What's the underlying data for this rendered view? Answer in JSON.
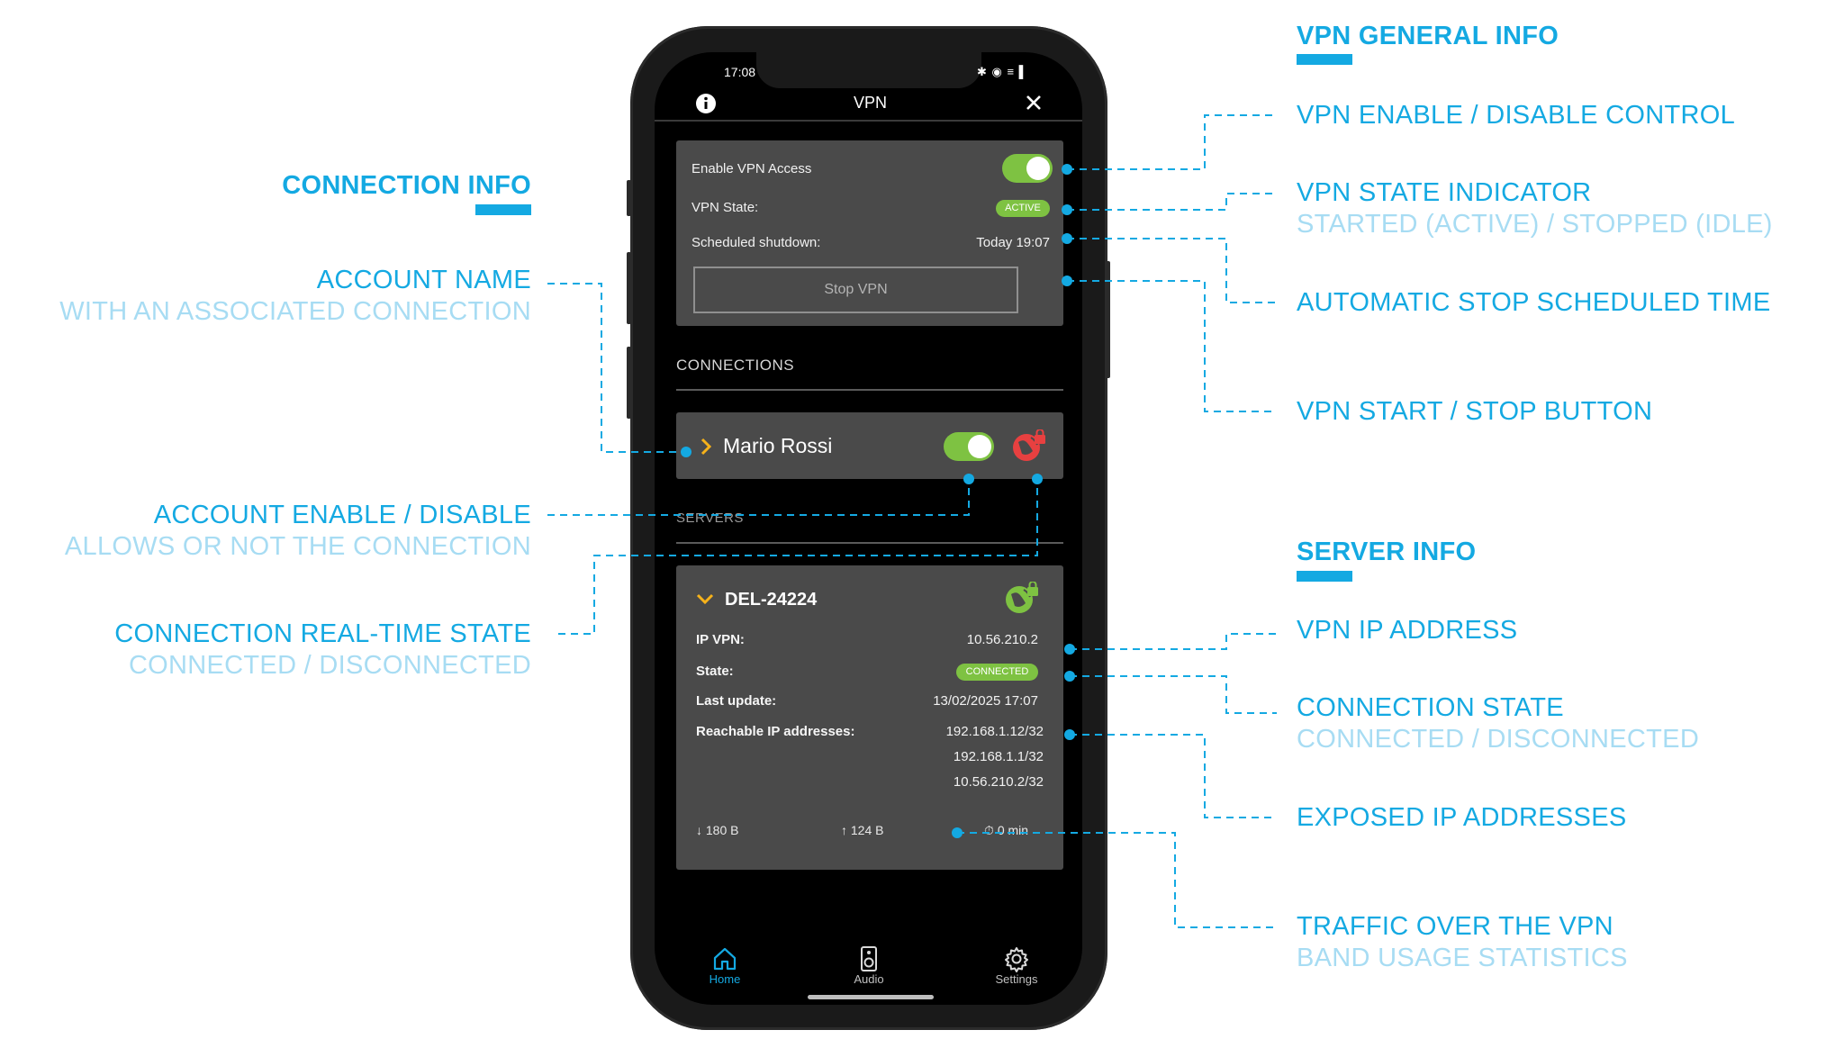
{
  "colors": {
    "accent": "#14a9e2",
    "accent_light": "#a7dcf3",
    "toggle_on": "#7ec242",
    "card_bg": "#4a4a4a",
    "globe_red": "#e84040",
    "globe_green": "#7ec242",
    "nav_active": "#14a9e2"
  },
  "annotations": {
    "left": {
      "connection_info_title": "CONNECTION INFO",
      "account_name": "ACCOUNT NAME",
      "account_name_sub": "WITH AN ASSOCIATED CONNECTION",
      "account_enable": "ACCOUNT ENABLE / DISABLE",
      "account_enable_sub": "ALLOWS OR NOT THE CONNECTION",
      "realtime_state": "CONNECTION REAL-TIME STATE",
      "realtime_state_sub": "CONNECTED / DISCONNECTED"
    },
    "right": {
      "vpn_general_title": "VPN GENERAL INFO",
      "enable_control": "VPN ENABLE / DISABLE CONTROL",
      "state_indicator": "VPN STATE INDICATOR",
      "state_indicator_sub": "STARTED (ACTIVE) / STOPPED (IDLE)",
      "auto_stop": "AUTOMATIC STOP SCHEDULED TIME",
      "start_stop_button": "VPN START / STOP BUTTON",
      "server_info_title": "SERVER INFO",
      "vpn_ip": "VPN IP ADDRESS",
      "connection_state": "CONNECTION STATE",
      "connection_state_sub": "CONNECTED / DISCONNECTED",
      "exposed_ips": "EXPOSED IP ADDRESSES",
      "traffic": "TRAFFIC OVER THE VPN",
      "traffic_sub": "BAND USAGE STATISTICS"
    }
  },
  "phone": {
    "status_bar": {
      "time": "17:08",
      "icons": "✱ ◉ ≡ ▌"
    },
    "header": {
      "title": "VPN",
      "info_icon": "info-icon",
      "close_icon": "close-icon"
    },
    "vpn_card": {
      "enable_label": "Enable VPN Access",
      "enable_on": true,
      "state_label": "VPN State:",
      "state_badge": "ACTIVE",
      "shutdown_label": "Scheduled shutdown:",
      "shutdown_value": "Today 19:07",
      "stop_button": "Stop VPN"
    },
    "connections_label": "CONNECTIONS",
    "connection": {
      "name": "Mario Rossi",
      "chevron_icon": "chevron-right-icon",
      "enabled": true,
      "state_icon": "globe-lock-red-icon"
    },
    "servers_label": "SERVERS",
    "server": {
      "name": "DEL-24224",
      "chevron_icon": "chevron-down-icon",
      "state_icon": "globe-lock-green-icon",
      "ip_label": "IP VPN:",
      "ip_value": "10.56.210.2",
      "state_label": "State:",
      "state_badge": "CONNECTED",
      "update_label": "Last update:",
      "update_value": "13/02/2025 17:07",
      "reachable_label": "Reachable IP addresses:",
      "reachable": [
        "192.168.1.12/32",
        "192.168.1.1/32",
        "10.56.210.2/32"
      ],
      "rx": "180 B",
      "tx": "124 B",
      "duration": "0 min"
    },
    "nav": [
      {
        "label": "Home",
        "icon": "home-icon",
        "active": true
      },
      {
        "label": "Audio",
        "icon": "speaker-icon",
        "active": false
      },
      {
        "label": "Settings",
        "icon": "gear-icon",
        "active": false
      }
    ]
  }
}
